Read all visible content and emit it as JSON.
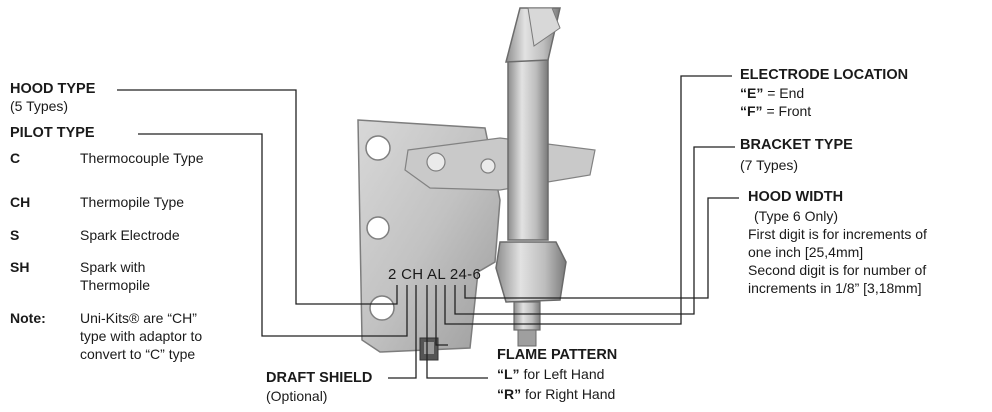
{
  "diagram": {
    "part_number": "2 CH AL 24-6",
    "hood_type": {
      "title": "HOOD TYPE",
      "sub": "(5 Types)"
    },
    "pilot_type": {
      "title": "PILOT TYPE",
      "rows": [
        {
          "code": "C",
          "desc": "Thermocouple Type"
        },
        {
          "code": "CH",
          "desc": "Thermopile Type"
        },
        {
          "code": "S",
          "desc": "Spark Electrode"
        },
        {
          "code": "SH",
          "desc_line1": "Spark with",
          "desc_line2": "Thermopile"
        }
      ],
      "note_label": "Note:",
      "note_line1": "Uni-Kits® are “CH”",
      "note_line2": "type with adaptor to",
      "note_line3": "convert to “C” type"
    },
    "draft_shield": {
      "title": "DRAFT SHIELD",
      "sub": "(Optional)"
    },
    "flame_pattern": {
      "title": "FLAME PATTERN",
      "l_code": "“L”",
      "l_text": "for Left Hand",
      "r_code": "“R”",
      "r_text": "for Right Hand"
    },
    "electrode_location": {
      "title": "ELECTRODE LOCATION",
      "e_code": "“E”",
      "e_text": "= End",
      "f_code": "“F”",
      "f_text": "= Front"
    },
    "bracket_type": {
      "title": "BRACKET TYPE",
      "sub": "(7 Types)"
    },
    "hood_width": {
      "title": "HOOD WIDTH",
      "line1": "(Type 6 Only)",
      "line2": "First digit is for increments of",
      "line3": "one inch [25,4mm]",
      "line4": "Second digit is for number of",
      "line5": "increments in 1/8” [3,18mm]"
    }
  }
}
